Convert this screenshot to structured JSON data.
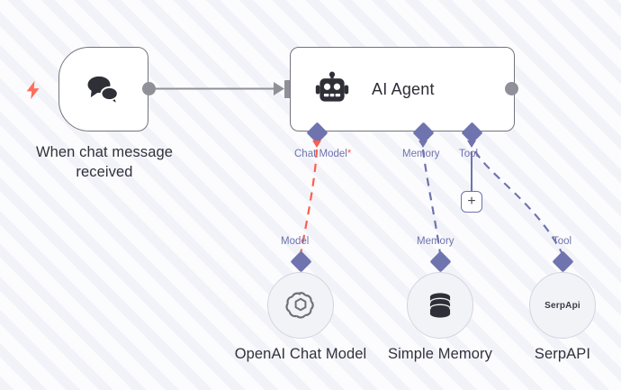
{
  "canvas": {
    "background_color": "#fcfcfe",
    "stripe_color": "#f2f3f8"
  },
  "colors": {
    "accent_purple": "#6f73ae",
    "required_red": "#ff5d4d",
    "node_border": "#73737d",
    "port_gray": "#909099",
    "text_dark": "#31313a"
  },
  "nodes": {
    "trigger": {
      "label": "When chat message received",
      "icon": "chat-bubbles-icon",
      "trigger_icon": "lightning-bolt-icon"
    },
    "agent": {
      "title": "AI Agent",
      "icon": "robot-icon",
      "connectors": [
        {
          "label": "Chat Model",
          "required": true,
          "required_marker": "*"
        },
        {
          "label": "Memory",
          "required": false,
          "required_marker": ""
        },
        {
          "label": "Tool",
          "required": false,
          "required_marker": ""
        }
      ]
    },
    "sub_nodes": [
      {
        "name": "OpenAI Chat Model",
        "icon": "openai-logo-icon",
        "input_label": "Model",
        "edge_color": "#ff5d4d"
      },
      {
        "name": "Simple Memory",
        "icon": "database-icon",
        "input_label": "Memory",
        "edge_color": "#6f73ae"
      },
      {
        "name": "SerpAPI",
        "icon": "serpapi-logo-icon",
        "icon_text": "SerpApi",
        "input_label": "Tool",
        "edge_color": "#6f73ae"
      }
    ]
  },
  "buttons": {
    "add_tool": {
      "label": "+",
      "name": "add-tool-button"
    }
  }
}
